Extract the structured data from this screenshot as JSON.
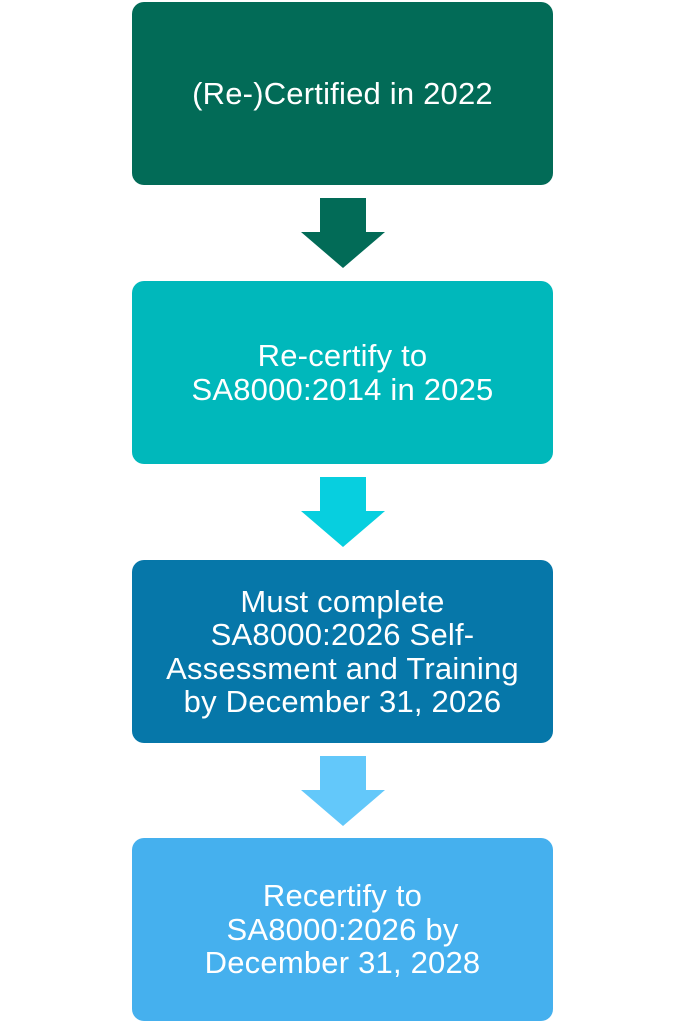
{
  "steps": [
    {
      "text": "(Re-)Certified in 2022",
      "color": "#026b57"
    },
    {
      "text": "Re-certify to\nSA8000:2014 in 2025",
      "color": "#00b8bb"
    },
    {
      "text": "Must complete\nSA8000:2026 Self-\nAssessment and Training\nby December 31, 2026",
      "color": "#0677a9"
    },
    {
      "text": "Recertify to\nSA8000:2026 by\nDecember 31, 2028",
      "color": "#45b0ee"
    }
  ],
  "arrows": [
    {
      "color": "#026b57",
      "icon": "down-arrow-icon"
    },
    {
      "color": "#07cfdf",
      "icon": "down-arrow-icon"
    },
    {
      "color": "#63c8fa",
      "icon": "down-arrow-icon"
    }
  ]
}
